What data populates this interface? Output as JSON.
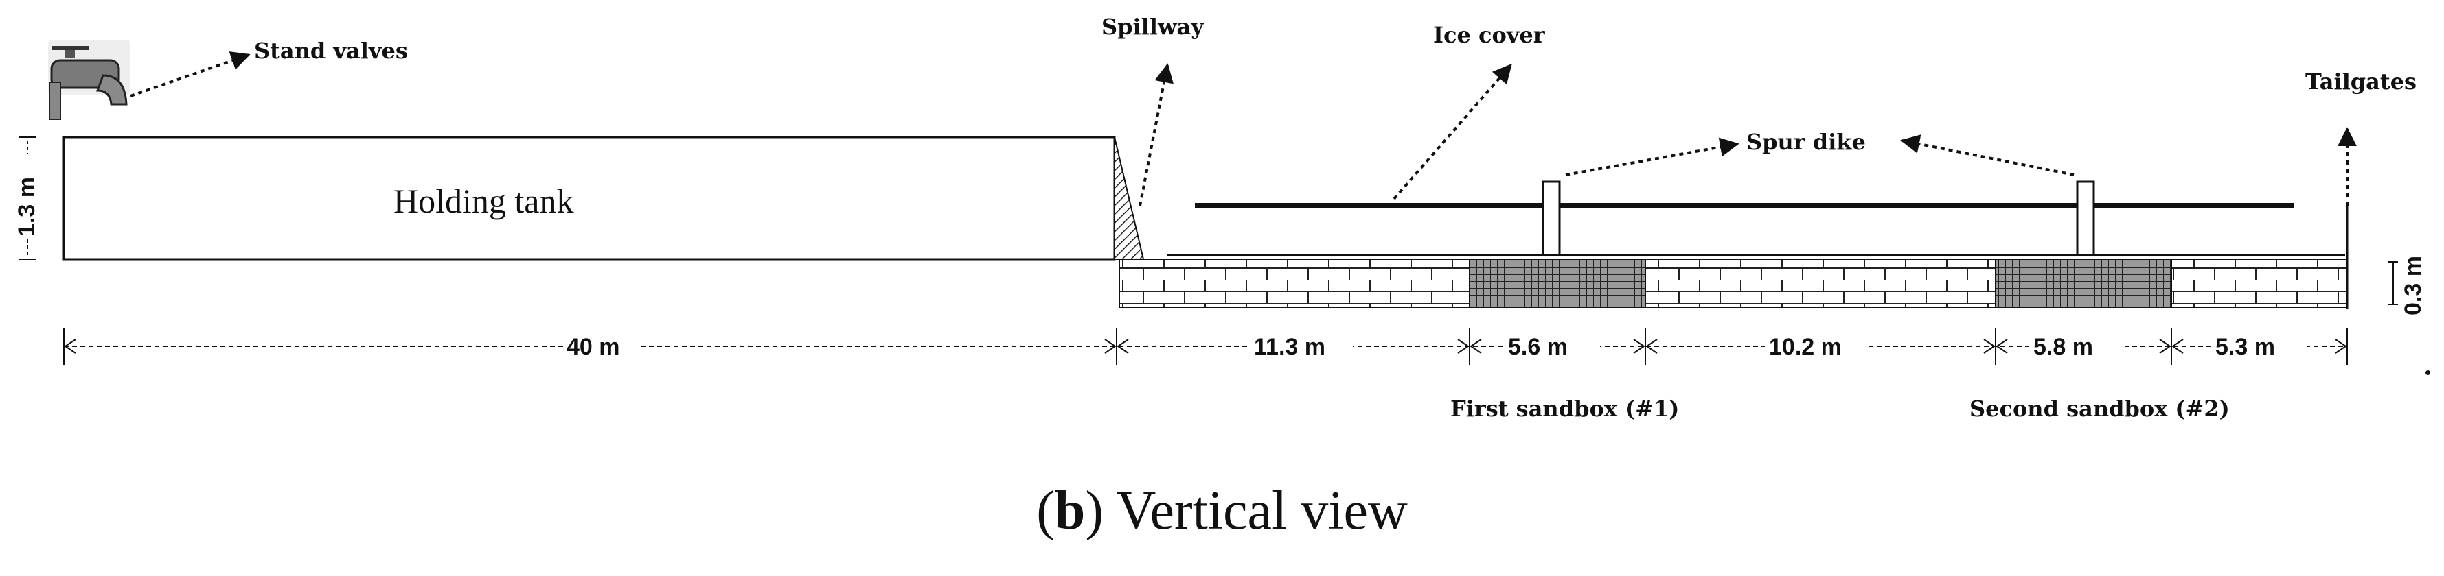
{
  "labels": {
    "stand_valves": "Stand valves",
    "spillway": "Spillway",
    "ice_cover": "Ice cover",
    "spur_dike": "Spur dike",
    "tailgates": "Tailgates",
    "holding_tank": "Holding tank",
    "first_sandbox": "First sandbox (#1)",
    "second_sandbox": "Second sandbox (#2)"
  },
  "dimensions": {
    "tank_height": "1.3 m",
    "tank_length": "40 m",
    "seg_1": "11.3 m",
    "seg_2": "5.6 m",
    "seg_3": "10.2 m",
    "seg_4": "5.8 m",
    "seg_5": "5.3 m",
    "bed_depth": "0.3 m"
  },
  "caption": {
    "letter": "b",
    "open": "(",
    "close": ")",
    "text": " Vertical view"
  },
  "colors": {
    "line": "#111111",
    "valve": "#444444"
  }
}
